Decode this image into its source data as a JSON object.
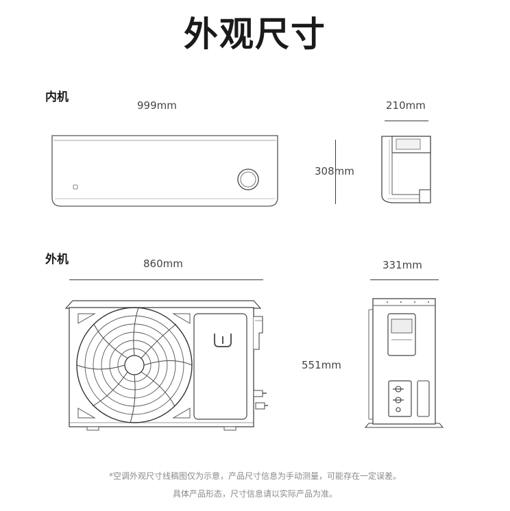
{
  "title": "外观尺寸",
  "indoor": {
    "label": "内机",
    "width": "999mm",
    "depth": "210mm",
    "height": "308mm"
  },
  "outdoor": {
    "label": "外机",
    "width": "860mm",
    "depth": "331mm",
    "height": "551mm"
  },
  "notes": {
    "line1": "*空调外观尺寸线稿图仅为示意，产品尺寸信息为手动测量，可能存在一定误差。",
    "line2": "具体产品形态，尺寸信息请以实际产品为准。"
  }
}
